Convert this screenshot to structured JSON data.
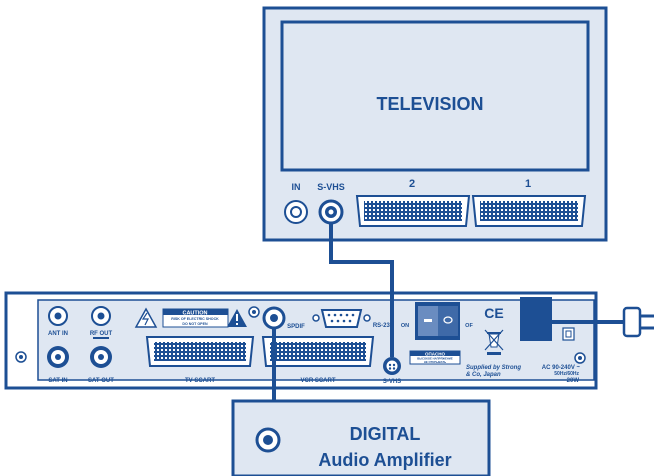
{
  "television": {
    "title": "TELEVISION",
    "jack_in": "IN",
    "jack_svhs": "S-VHS",
    "scart_2": "2",
    "scart_1": "1"
  },
  "receiver": {
    "ant_in": "ANT IN",
    "rf_out": "RF OUT",
    "sat_in": "SAT IN",
    "sat_out": "SAT OUT",
    "caution_title": "CAUTION",
    "caution_line1": "RISK OF ELECTRIC SHOCK",
    "caution_line2": "DO NOT OPEN",
    "tv_scart": "TV SCART",
    "vcr_scart": "VCR SCART",
    "spdif": "SPDIF",
    "rs232": "RS-232",
    "svhs": "S-VHS",
    "switch_on": "ON",
    "switch_off": "OF",
    "ce_mark": "CE",
    "warning_label_title": "ΟΠΑСНО",
    "warning_label_line1": "ВЫСОКОЕ НАПРЯЖЕНИЕ",
    "warning_label_line2": "НЕ ОТКРЫВАТЬ",
    "supplied_line1": "Supplied by Strong",
    "supplied_line2": "& Co, Japan",
    "power_line1": "AC  90-240V ~",
    "power_line2": "50Hz/60Hz",
    "power_line3": "20W"
  },
  "amplifier": {
    "line1": "DIGITAL",
    "line2": "Audio Amplifier"
  },
  "colors": {
    "device_blue": "#1d4f94",
    "panel_fill": "#dfe7f2",
    "cable": "#1d4f94"
  }
}
